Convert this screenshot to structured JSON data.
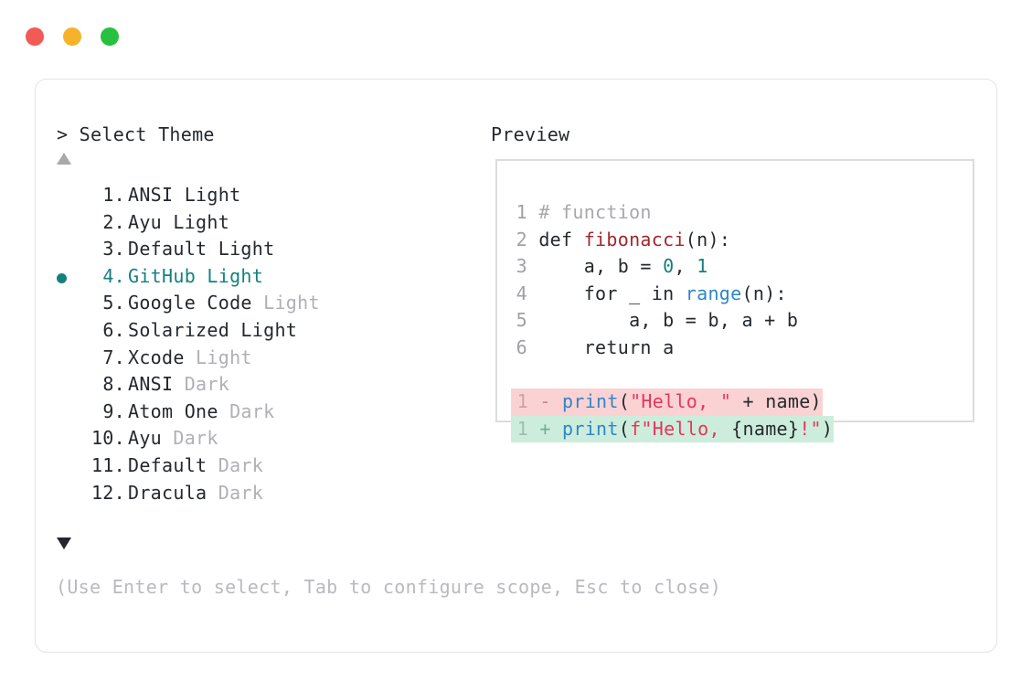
{
  "window": {
    "dots": [
      {
        "name": "close",
        "color": "#f25a55"
      },
      {
        "name": "minimize",
        "color": "#f5b32b"
      },
      {
        "name": "maximize",
        "color": "#27c13f"
      }
    ]
  },
  "prompt": {
    "marker": ">",
    "title": "Select Theme",
    "full": "> Select Theme"
  },
  "preview": {
    "heading": "Preview"
  },
  "scroll": {
    "up_glyph": "▲",
    "down_glyph": "▼",
    "up_active": false,
    "down_active": true
  },
  "selection": {
    "selected_index": 4,
    "bullet_glyph": "●",
    "accent_color": "#14817f"
  },
  "themes": [
    {
      "num": "1.",
      "name": "ANSI",
      "suffix": " Light",
      "suffix_dim": false,
      "selected": false
    },
    {
      "num": "2.",
      "name": "Ayu",
      "suffix": " Light",
      "suffix_dim": false,
      "selected": false
    },
    {
      "num": "3.",
      "name": "Default",
      "suffix": " Light",
      "suffix_dim": false,
      "selected": false
    },
    {
      "num": "4.",
      "name": "GitHub",
      "suffix": " Light",
      "suffix_dim": false,
      "selected": true
    },
    {
      "num": "5.",
      "name": "Google Code",
      "suffix": " Light",
      "suffix_dim": true,
      "selected": false
    },
    {
      "num": "6.",
      "name": "Solarized",
      "suffix": " Light",
      "suffix_dim": false,
      "selected": false
    },
    {
      "num": "7.",
      "name": "Xcode",
      "suffix": " Light",
      "suffix_dim": true,
      "selected": false
    },
    {
      "num": "8.",
      "name": "ANSI",
      "suffix": " Dark",
      "suffix_dim": true,
      "selected": false
    },
    {
      "num": "9.",
      "name": "Atom One",
      "suffix": " Dark",
      "suffix_dim": true,
      "selected": false
    },
    {
      "num": "10.",
      "name": "Ayu",
      "suffix": " Dark",
      "suffix_dim": true,
      "selected": false
    },
    {
      "num": "11.",
      "name": "Default",
      "suffix": " Dark",
      "suffix_dim": true,
      "selected": false
    },
    {
      "num": "12.",
      "name": "Dracula",
      "suffix": " Dark",
      "suffix_dim": true,
      "selected": false
    }
  ],
  "code": {
    "lines": [
      {
        "ln": "1",
        "tokens": [
          {
            "t": " # function",
            "c": "comment"
          }
        ]
      },
      {
        "ln": "2",
        "tokens": [
          {
            "t": " def ",
            "c": "keyword"
          },
          {
            "t": "fibonacci",
            "c": "fn"
          },
          {
            "t": "(n):",
            "c": "plain"
          }
        ]
      },
      {
        "ln": "3",
        "tokens": [
          {
            "t": "     a, b = ",
            "c": "plain"
          },
          {
            "t": "0",
            "c": "num"
          },
          {
            "t": ", ",
            "c": "plain"
          },
          {
            "t": "1",
            "c": "num"
          }
        ]
      },
      {
        "ln": "4",
        "tokens": [
          {
            "t": "     for _ in ",
            "c": "plain"
          },
          {
            "t": "range",
            "c": "builtin"
          },
          {
            "t": "(n):",
            "c": "plain"
          }
        ]
      },
      {
        "ln": "5",
        "tokens": [
          {
            "t": "         a, b = b, a + b",
            "c": "plain"
          }
        ]
      },
      {
        "ln": "6",
        "tokens": [
          {
            "t": "     return a",
            "c": "plain"
          }
        ]
      }
    ],
    "diff": [
      {
        "kind": "del",
        "ln": "1",
        "sign": "-",
        "tokens": [
          {
            "t": " ",
            "c": "plain"
          },
          {
            "t": "print",
            "c": "builtin"
          },
          {
            "t": "(",
            "c": "plain"
          },
          {
            "t": "\"Hello, \"",
            "c": "str"
          },
          {
            "t": " + name)",
            "c": "plain"
          }
        ]
      },
      {
        "kind": "add",
        "ln": "1",
        "sign": "+",
        "tokens": [
          {
            "t": " ",
            "c": "plain"
          },
          {
            "t": "print",
            "c": "builtin"
          },
          {
            "t": "(",
            "c": "plain"
          },
          {
            "t": "f\"Hello, ",
            "c": "str"
          },
          {
            "t": "{name}",
            "c": "plain"
          },
          {
            "t": "!\"",
            "c": "str"
          },
          {
            "t": ")",
            "c": "plain"
          }
        ]
      }
    ]
  },
  "help": {
    "text": "(Use Enter to select, Tab to configure scope, Esc to close)"
  }
}
